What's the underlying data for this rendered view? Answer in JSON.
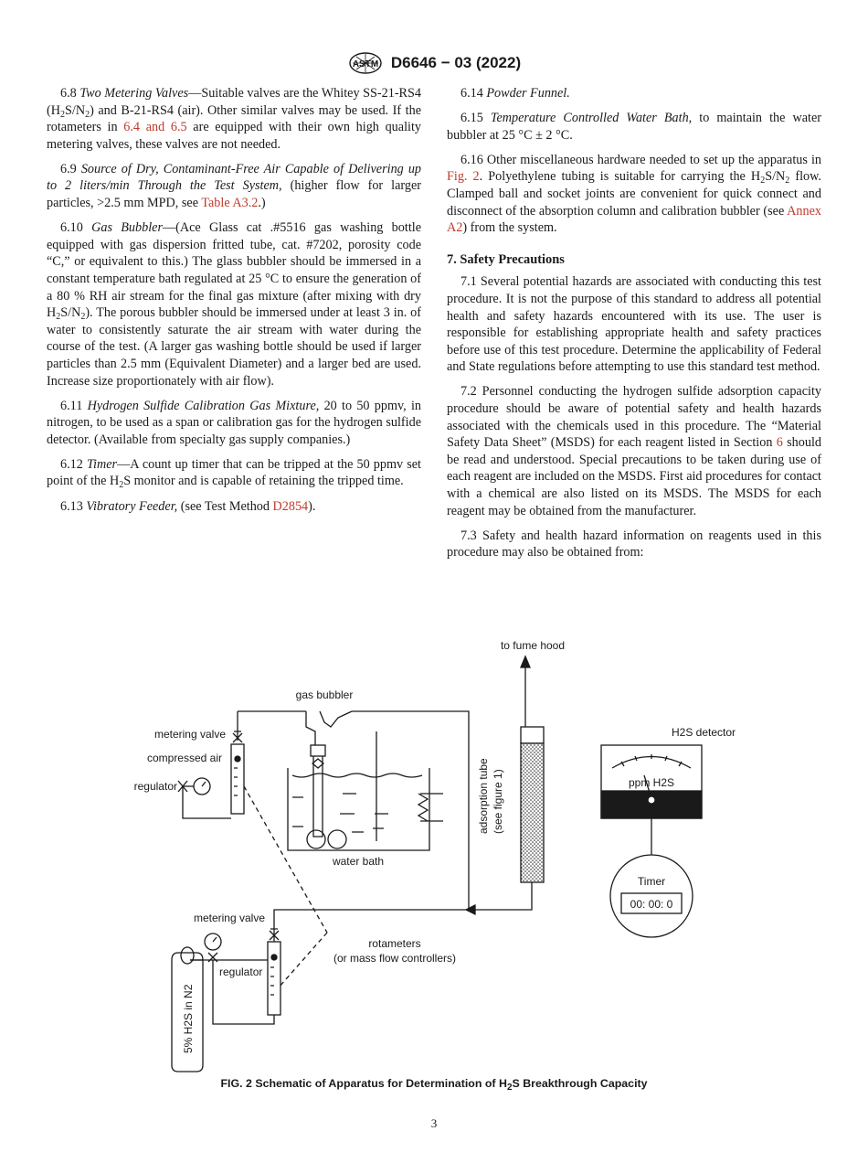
{
  "header": {
    "designation": "D6646 − 03 (2022)",
    "logo_text": "ASTM"
  },
  "left": {
    "p68_num": "6.8",
    "p68_title": "Two Metering Valves",
    "p68_a": "—Suitable valves are the Whitey SS-21-RS4 (H",
    "p68_b": "S/N",
    "p68_c": ") and B-21-RS4 (air). Other similar valves may be used. If the rotameters in ",
    "p68_link": "6.4 and 6.5",
    "p68_d": " are equipped with their own high quality metering valves, these valves are not needed.",
    "p69_num": "6.9",
    "p69_title": "Source of Dry, Contaminant-Free Air Capable of Delivering up to 2 liters/min Through the Test System,",
    "p69_a": " (higher flow for larger particles, >2.5 mm MPD, see ",
    "p69_link": "Table A3.2",
    "p69_b": ".)",
    "p610_num": "6.10",
    "p610_title": "Gas Bubbler",
    "p610_a": "—(Ace Glass cat .#5516 gas washing bottle equipped with gas dispersion fritted tube, cat. #7202, porosity code “C,” or equivalent to this.) The glass bubbler should be immersed in a constant temperature bath regulated at 25 °C to ensure the generation of a 80 % RH air stream for the final gas mixture (after mixing with dry H",
    "p610_b": "S/N",
    "p610_c": "). The porous bubbler should be immersed under at least 3 in. of water to consistently saturate the air stream with water during the course of the test. (A larger gas washing bottle should be used if larger particles than 2.5 mm (Equivalent Diameter) and a larger bed are used. Increase size proportionately with air flow).",
    "p611_num": "6.11",
    "p611_title": "Hydrogen Sulfide Calibration Gas Mixture,",
    "p611_a": " 20 to 50 ppmv, in nitrogen, to be used as a span or calibration gas for the hydrogen sulfide detector. (Available from specialty gas supply companies.)",
    "p612_num": "6.12",
    "p612_title": "Timer",
    "p612_a": "—A count up timer that can be tripped at the 50 ppmv set point of the H",
    "p612_b": "S monitor and is capable of retaining the tripped time.",
    "p613_num": "6.13",
    "p613_title": "Vibratory Feeder,",
    "p613_a": " (see Test Method ",
    "p613_link": "D2854",
    "p613_b": ")."
  },
  "right": {
    "p614_num": "6.14",
    "p614_title": "Powder Funnel.",
    "p615_num": "6.15",
    "p615_title": "Temperature Controlled Water Bath,",
    "p615_a": " to maintain the water bubbler at 25 °C ± 2 °C.",
    "p616_a": "6.16 Other miscellaneous hardware needed to set up the apparatus in ",
    "p616_link": "Fig. 2",
    "p616_b": ". Polyethylene tubing is suitable for carrying the H",
    "p616_c": "S/N",
    "p616_d": " flow. Clamped ball and socket joints are convenient for quick connect and disconnect of the absorption column and calibration bubbler (see ",
    "p616_link2": "Annex A2",
    "p616_e": ") from the system.",
    "sec7": "7. Safety Precautions",
    "p71": "7.1 Several potential hazards are associated with conducting this test procedure. It is not the purpose of this standard to address all potential health and safety hazards encountered with its use. The user is responsible for establishing appropriate health and safety practices before use of this test procedure. Determine the applicability of Federal and State regulations before attempting to use this standard test method.",
    "p72_a": "7.2 Personnel conducting the hydrogen sulfide adsorption capacity procedure should be aware of potential safety and health hazards associated with the chemicals used in this procedure. The “Material Safety Data Sheet” (MSDS) for each reagent listed in Section ",
    "p72_link": "6",
    "p72_b": " should be read and understood. Special precautions to be taken during use of each reagent are included on the MSDS. First aid procedures for contact with a chemical are also listed on its MSDS. The MSDS for each reagent may be obtained from the manufacturer.",
    "p73": "7.3 Safety and health hazard information on reagents used in this procedure may also be obtained from:"
  },
  "figure": {
    "fume_hood": "to fume hood",
    "gas_bubbler": "gas bubbler",
    "metering_valve_top": "metering valve",
    "compressed_air": "compressed air",
    "regulator_top": "regulator",
    "water_bath": "water bath",
    "adsorption_tube_1": "adsorption tube",
    "adsorption_tube_2": "(see figure 1)",
    "detector": "H2S detector",
    "meter_label": "ppm H2S",
    "timer_label": "Timer",
    "timer_value": "00: 00: 0",
    "metering_valve_bottom": "metering valve",
    "regulator_bottom": "regulator",
    "rotameters_1": "rotameters",
    "rotameters_2": "(or mass flow controllers)",
    "cylinder": "5% H2S in N2"
  },
  "caption": {
    "a": "FIG. 2 Schematic of Apparatus for Determination of H",
    "b": "S Breakthrough Capacity"
  },
  "page_number": "3",
  "colors": {
    "link": "#c0392b",
    "text": "#1a1a1a"
  }
}
